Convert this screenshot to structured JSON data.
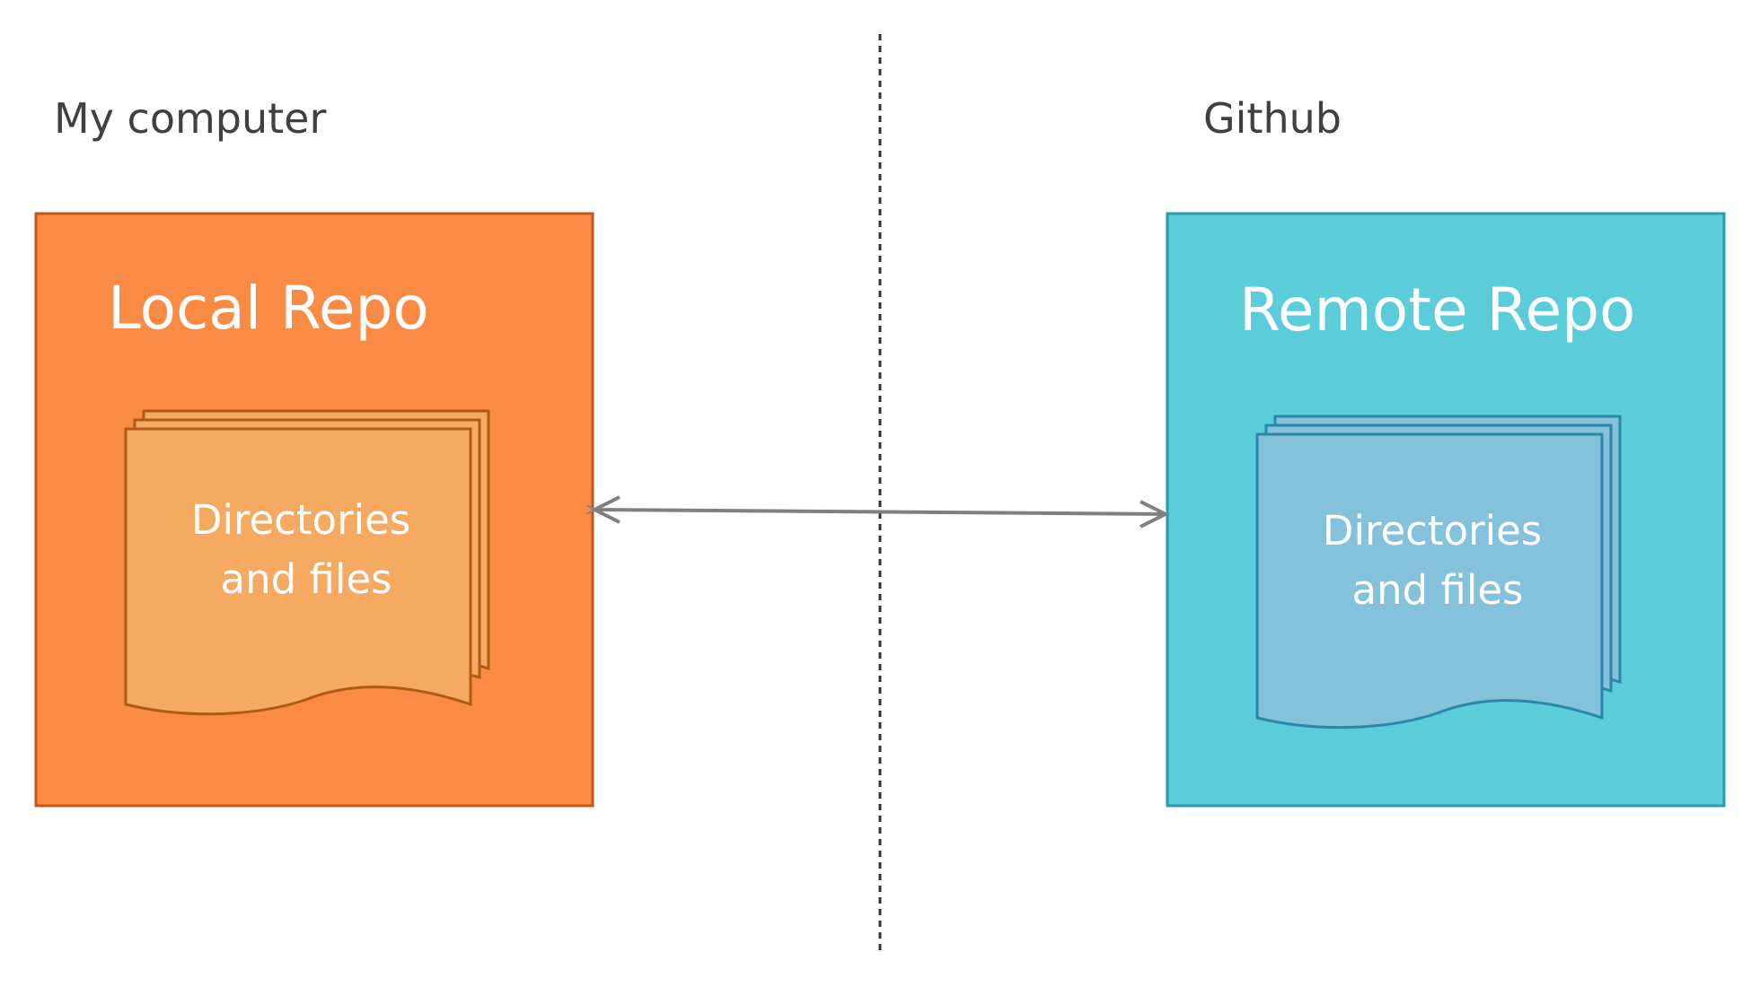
{
  "left_side": {
    "label": "My computer",
    "repo_title": "Local Repo",
    "document_line1": "Directories",
    "document_line2": "and files"
  },
  "right_side": {
    "label": "Github",
    "repo_title": "Remote Repo",
    "document_line1": "Directories",
    "document_line2": "and files"
  },
  "colors": {
    "local_box_fill": "#f98b45",
    "local_box_stroke": "#c0581a",
    "local_doc_fill": "#f6a961",
    "local_doc_stroke": "#b05a14",
    "remote_box_fill": "#5bccd9",
    "remote_box_stroke": "#2b9aaa",
    "remote_doc_fill": "#84c1db",
    "remote_doc_stroke": "#2a87a8",
    "connector": "#808080",
    "divider": "#333333"
  },
  "connector": {
    "type": "bidirectional-arrow",
    "from": "Local Repo",
    "to": "Remote Repo"
  }
}
